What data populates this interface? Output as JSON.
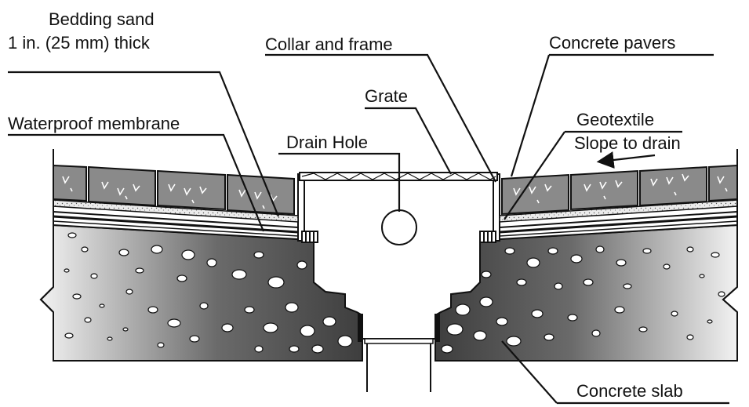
{
  "labels": {
    "bedding_sand_line1": "Bedding sand",
    "bedding_sand_line2": "1 in. (25 mm) thick",
    "collar_and_frame": "Collar and frame",
    "concrete_pavers": "Concrete pavers",
    "grate": "Grate",
    "geotextile": "Geotextile",
    "waterproof_membrane": "Waterproof membrane",
    "drain_hole": "Drain Hole",
    "slope_to_drain": "Slope to drain",
    "concrete_slab": "Concrete slab"
  },
  "colors": {
    "ink": "#111111",
    "paver_fill": "#8a8a8a",
    "slab_dark": "#4a4a4a",
    "slab_light": "#f0f0f0",
    "sand_fill": "#e6e6e6"
  }
}
